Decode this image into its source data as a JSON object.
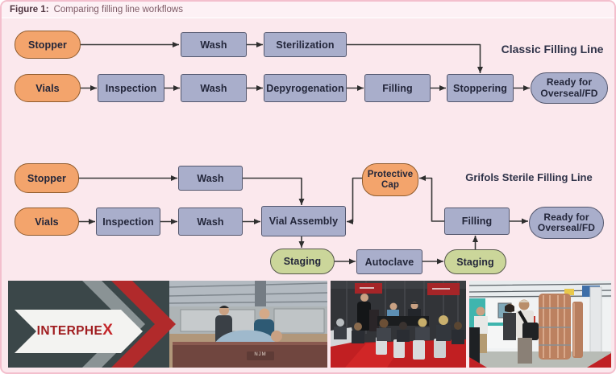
{
  "figure_header": {
    "label": "Figure 1:",
    "title": "Comparing filling line workflows"
  },
  "classic_line": {
    "caption": "Classic Filling Line",
    "nodes": {
      "stopper": "Stopper",
      "wash_stopper": "Wash",
      "sterilization": "Sterilization",
      "vials": "Vials",
      "inspection": "Inspection",
      "wash_vials": "Wash",
      "depyrogenation": "Depyrogenation",
      "filling": "Filling",
      "stoppering": "Stoppering",
      "ready_line1": "Ready for",
      "ready_line2": "Overseal/FD"
    },
    "flow": [
      [
        "Stopper",
        "Wash"
      ],
      [
        "Wash",
        "Sterilization"
      ],
      [
        "Sterilization",
        "Stoppering"
      ],
      [
        "Vials",
        "Inspection"
      ],
      [
        "Inspection",
        "Wash"
      ],
      [
        "Wash",
        "Depyrogenation"
      ],
      [
        "Depyrogenation",
        "Filling"
      ],
      [
        "Filling",
        "Stoppering"
      ],
      [
        "Stoppering",
        "Ready for Overseal/FD"
      ]
    ]
  },
  "grifols_line": {
    "caption": "Grifols Sterile Filling Line",
    "nodes": {
      "stopper": "Stopper",
      "wash_stopper": "Wash",
      "protective_cap_line1": "Protective",
      "protective_cap_line2": "Cap",
      "vials": "Vials",
      "inspection": "Inspection",
      "wash_vials": "Wash",
      "vial_assembly": "Vial Assembly",
      "staging_pre": "Staging",
      "autoclave": "Autoclave",
      "staging_post": "Staging",
      "filling": "Filling",
      "ready_line1": "Ready for",
      "ready_line2": "Overseal/FD"
    },
    "flow": [
      [
        "Stopper",
        "Wash"
      ],
      [
        "Wash",
        "Vial Assembly"
      ],
      [
        "Vials",
        "Inspection"
      ],
      [
        "Inspection",
        "Wash"
      ],
      [
        "Wash",
        "Vial Assembly"
      ],
      [
        "Protective Cap",
        "Vial Assembly"
      ],
      [
        "Vial Assembly",
        "Staging"
      ],
      [
        "Staging",
        "Autoclave"
      ],
      [
        "Autoclave",
        "Staging"
      ],
      [
        "Staging",
        "Filling"
      ],
      [
        "Filling",
        "Protective Cap"
      ],
      [
        "Filling",
        "Ready for Overseal/FD"
      ]
    ]
  },
  "photos": {
    "banner_text_main": "INTERPHE",
    "banner_text_x": "X",
    "machine_label": "NJM"
  },
  "colors": {
    "material_orange": "#F3A46C",
    "process_blue": "#A9AECB",
    "staging_green": "#CBD69A",
    "background_pink": "#FBE8ED",
    "frame_pink": "#F3BFCD",
    "arrow_gray": "#383838",
    "interphex_red": "#B12A2B"
  }
}
